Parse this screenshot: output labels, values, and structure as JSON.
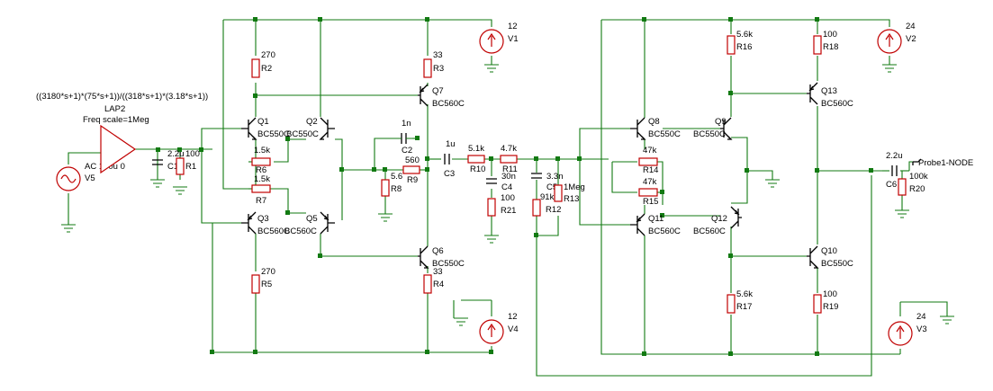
{
  "transfer_function": "((3180*s+1)*(75*s+1))/((318*s+1)*(3.18*s+1))",
  "colors": {
    "wire": "#127a12",
    "component": "#c00000",
    "text": "#000000"
  },
  "sources": {
    "V5": {
      "name": "V5",
      "value": "AC 100u 0"
    },
    "V1": {
      "name": "V1",
      "value": "12"
    },
    "V4": {
      "name": "V4",
      "value": "12"
    },
    "V2": {
      "name": "V2",
      "value": "24"
    },
    "V3": {
      "name": "V3",
      "value": "24"
    }
  },
  "lap": {
    "name": "LAP2",
    "freq": "Freq scale=1Meg"
  },
  "resistors": {
    "R1": {
      "name": "R1",
      "value": "100"
    },
    "R2": {
      "name": "R2",
      "value": "270"
    },
    "R3": {
      "name": "R3",
      "value": "33"
    },
    "R4": {
      "name": "R4",
      "value": "33"
    },
    "R5": {
      "name": "R5",
      "value": "270"
    },
    "R6": {
      "name": "R6",
      "value": "1.5k"
    },
    "R7": {
      "name": "R7",
      "value": "1.5k"
    },
    "R8": {
      "name": "R8",
      "value": "5.6"
    },
    "R9": {
      "name": "R9",
      "value": "560"
    },
    "R10": {
      "name": "R10",
      "value": "5.1k"
    },
    "R11": {
      "name": "R11",
      "value": "4.7k"
    },
    "R12": {
      "name": "R12",
      "value": "91k"
    },
    "R13": {
      "name": "R13",
      "value": "1Meg"
    },
    "R14": {
      "name": "R14",
      "value": "47k"
    },
    "R15": {
      "name": "R15",
      "value": "47k"
    },
    "R16": {
      "name": "R16",
      "value": "5.6k"
    },
    "R17": {
      "name": "R17",
      "value": "5.6k"
    },
    "R18": {
      "name": "R18",
      "value": "100"
    },
    "R19": {
      "name": "R19",
      "value": "100"
    },
    "R20": {
      "name": "R20",
      "value": "100k"
    },
    "R21": {
      "name": "R21",
      "value": "100"
    }
  },
  "capacitors": {
    "C1": {
      "name": "C1",
      "value": "2.2u"
    },
    "C2": {
      "name": "C2",
      "value": "1n"
    },
    "C3": {
      "name": "C3",
      "value": "1u"
    },
    "C4": {
      "name": "C4",
      "value": "30n"
    },
    "C5": {
      "name": "C5",
      "value": "3.3n"
    },
    "C6": {
      "name": "C6",
      "value": "2.2u"
    }
  },
  "transistors": {
    "Q1": {
      "name": "Q1",
      "model": "BC550C"
    },
    "Q2": {
      "name": "Q2",
      "model": "BC550C"
    },
    "Q3": {
      "name": "Q3",
      "model": "BC560C"
    },
    "Q5": {
      "name": "Q5",
      "model": "BC560C"
    },
    "Q6": {
      "name": "Q6",
      "model": "BC550C"
    },
    "Q7": {
      "name": "Q7",
      "model": "BC560C"
    },
    "Q8": {
      "name": "Q8",
      "model": "BC550C"
    },
    "Q9": {
      "name": "Q9",
      "model": "BC550C"
    },
    "Q10": {
      "name": "Q10",
      "model": "BC550C"
    },
    "Q11": {
      "name": "Q11",
      "model": "BC560C"
    },
    "Q12": {
      "name": "Q12",
      "model": "BC560C"
    },
    "Q13": {
      "name": "Q13",
      "model": "BC560C"
    }
  },
  "probe": {
    "label": "Probe1-NODE"
  }
}
